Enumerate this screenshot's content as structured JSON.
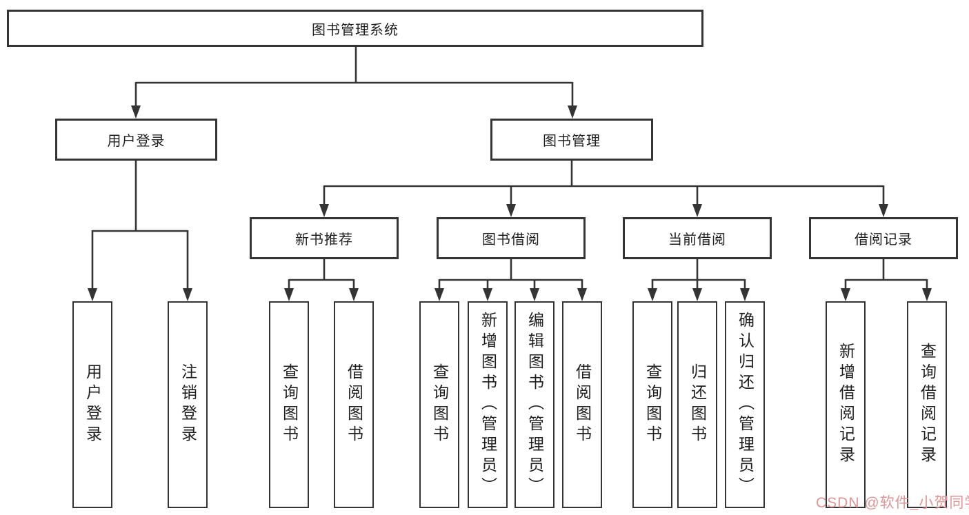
{
  "diagram": {
    "root": {
      "label": "图书管理系统"
    },
    "user_login": {
      "label": "用户登录",
      "children": [
        {
          "label": "用户登录"
        },
        {
          "label": "注销登录"
        }
      ]
    },
    "book_mgmt": {
      "label": "图书管理",
      "children": [
        {
          "label": "新书推荐",
          "children": [
            {
              "label": "查询图书"
            },
            {
              "label": "借阅图书"
            }
          ]
        },
        {
          "label": "图书借阅",
          "children": [
            {
              "label": "查询图书"
            },
            {
              "label": "新增图书（管理员）"
            },
            {
              "label": "编辑图书（管理员）"
            },
            {
              "label": "借阅图书"
            }
          ]
        },
        {
          "label": "当前借阅",
          "children": [
            {
              "label": "查询图书"
            },
            {
              "label": "归还图书"
            },
            {
              "label": "确认归还（管理员）"
            }
          ]
        },
        {
          "label": "借阅记录",
          "children": [
            {
              "label": "新增借阅记录"
            },
            {
              "label": "查询借阅记录"
            }
          ]
        }
      ]
    },
    "colors": {
      "line": "#343434",
      "text": "#1f1f1f",
      "watermark": "#e09595"
    },
    "watermark": {
      "text": "CSDN @软件_小贺同学"
    }
  }
}
